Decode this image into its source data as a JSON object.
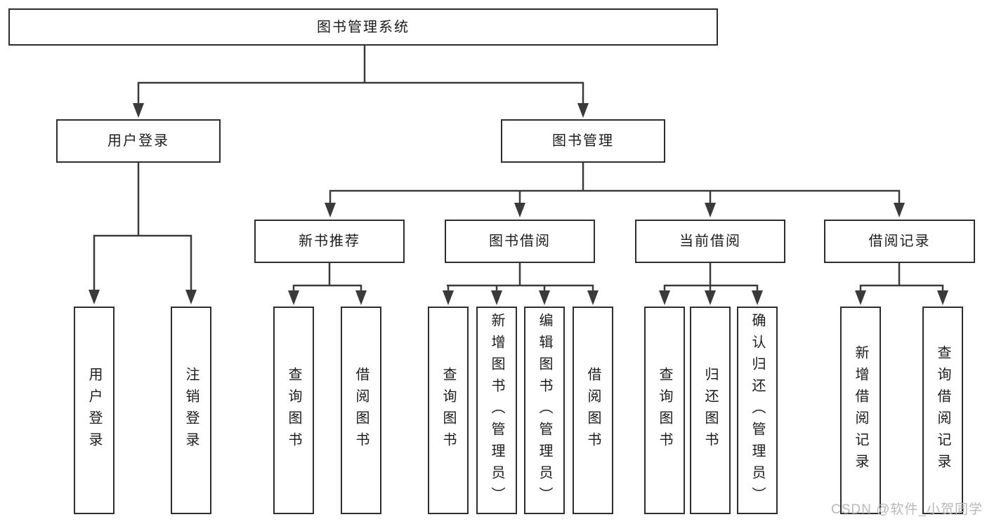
{
  "root": {
    "label": "图书管理系统",
    "children": [
      {
        "label": "用户登录",
        "children": [
          {
            "label": "用户登录"
          },
          {
            "label": "注销登录"
          }
        ]
      },
      {
        "label": "图书管理",
        "children": [
          {
            "label": "新书推荐",
            "children": [
              {
                "label": "查询图书"
              },
              {
                "label": "借阅图书"
              }
            ]
          },
          {
            "label": "图书借阅",
            "children": [
              {
                "label": "查询图书"
              },
              {
                "label": "新增图书（管理员）"
              },
              {
                "label": "编辑图书（管理员）"
              },
              {
                "label": "借阅图书"
              }
            ]
          },
          {
            "label": "当前借阅",
            "children": [
              {
                "label": "查询图书"
              },
              {
                "label": "归还图书"
              },
              {
                "label": "确认归还（管理员）"
              }
            ]
          },
          {
            "label": "借阅记录",
            "children": [
              {
                "label": "新增借阅记录"
              },
              {
                "label": "查询借阅记录"
              }
            ]
          }
        ]
      }
    ]
  },
  "watermark": {
    "text": "CSDN @软件_小贺同学"
  },
  "colors": {
    "line": "#3a3a3a",
    "border": "#2e2e2e",
    "text": "#1c1c1c",
    "background": "#ffffff",
    "watermark": "#b8b8b8"
  }
}
